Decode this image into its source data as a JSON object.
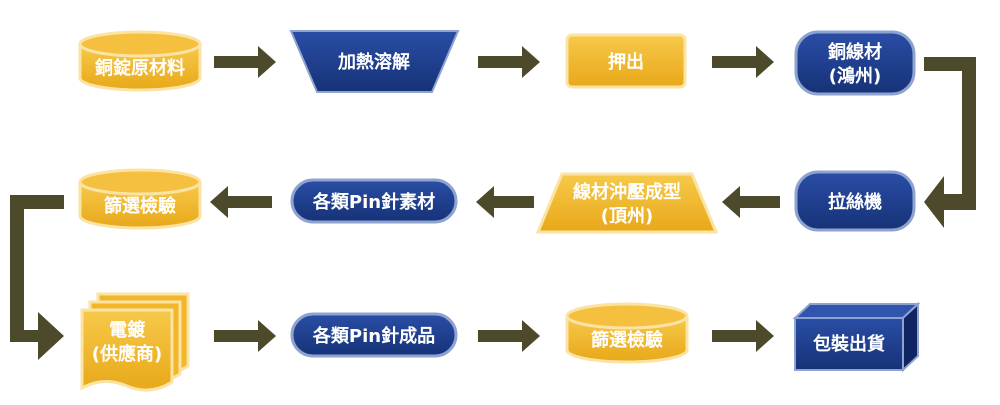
{
  "colors": {
    "gold": "#f2b62a",
    "gold_dark": "#c98f10",
    "gold_light": "#fbe3a3",
    "navy": "#1d3b8c",
    "navy_dark": "#102766",
    "navy_light": "#8ea3cf",
    "arrow": "#4d4a2c"
  },
  "nodes": {
    "copper_ingot": "銅錠原材料",
    "melting": "加熱溶解",
    "extrusion": "押出",
    "copper_wire_line1": "銅線材",
    "copper_wire_line2": "(鴻州)",
    "drawing_machine": "拉絲機",
    "wire_stamping_line1": "線材沖壓成型",
    "wire_stamping_line2": "(頂州)",
    "pin_blanks": "各類Pin針素材",
    "screening_1": "篩選檢驗",
    "plating_line1": "電鍍",
    "plating_line2": "(供應商)",
    "pin_finished": "各類Pin針成品",
    "screening_2": "篩選檢驗",
    "packing_shipping": "包裝出貨"
  }
}
